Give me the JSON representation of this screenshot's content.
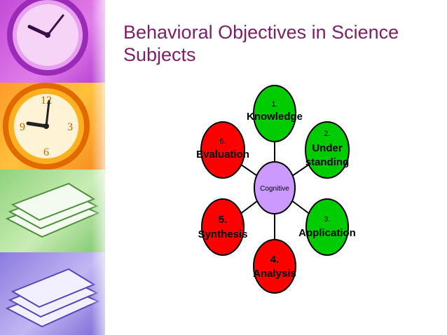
{
  "slide": {
    "title_line1": "Behavioral Objectives in Science",
    "title_line2": "Subjects"
  },
  "diagram": {
    "center": {
      "label": "Cognitive",
      "color": "#cc99ff"
    },
    "nodes": [
      {
        "num": "1.",
        "label": "Knowledge",
        "color": "#00cc00"
      },
      {
        "num": "2.",
        "label_line1": "Under",
        "label_line2": "standing",
        "color": "#00cc00"
      },
      {
        "num": "3.",
        "label": "Application",
        "color": "#00cc00"
      },
      {
        "num": "4.",
        "label": "Analysis",
        "color": "#ff0000"
      },
      {
        "num": "5.",
        "label": "Synthesis",
        "color": "#ff0000"
      },
      {
        "num": "6.",
        "label": "Evaluation",
        "color": "#ff0000"
      }
    ]
  }
}
